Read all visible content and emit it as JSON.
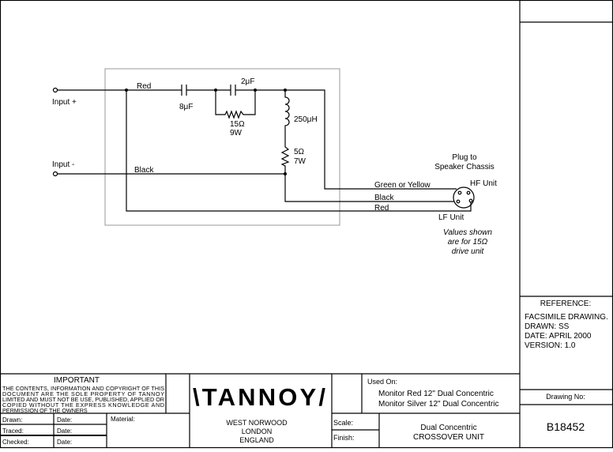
{
  "schematic": {
    "input_plus": "Input +",
    "input_minus": "Input -",
    "wire_red": "Red",
    "wire_black": "Black",
    "cap1": "8μF",
    "cap2": "2μF",
    "res1_value": "15Ω",
    "res1_power": "9W",
    "inductor": "250μH",
    "res2_value": "5Ω",
    "res2_power": "7W",
    "plug_line1": "Plug to",
    "plug_line2": "Speaker Chassis",
    "hf_unit": "HF Unit",
    "lf_unit": "LF Unit",
    "out_green": "Green or Yellow",
    "out_black": "Black",
    "out_red": "Red",
    "note_line1": "Values shown",
    "note_line2": "are for 15Ω",
    "note_line3": "drive unit"
  },
  "reference": {
    "title": "REFERENCE:",
    "lines": [
      "FACSIMILE DRAWING.",
      "DRAWN: SS",
      "DATE: APRIL 2000",
      "VERSION: 1.0"
    ]
  },
  "title_block": {
    "important_title": "IMPORTANT",
    "important_lines": [
      "THE CONTENTS, INFORMATION AND COPYRIGHT OF THIS",
      "DOCUMENT ARE THE SOLE PROPERTY OF TANNOY",
      "LIMITED AND MUST NOT BE USE, PUBLISHED, APPLIED OR",
      "COPIED WITHOUT THE EXPRESS KNOWLEDGE AND",
      "PERMISSION OF THE OWNERS"
    ],
    "logo": "\\TANNOY/",
    "address": [
      "WEST NORWOOD",
      "LONDON",
      "ENGLAND"
    ],
    "drawn": "Drawn:",
    "traced": "Traced:",
    "checked": "Checked:",
    "date": "Date:",
    "material": "Material:",
    "scale": "Scale:",
    "finish": "Finish:",
    "used_on": "Used On:",
    "used_on_items": [
      "Monitor Red 12\" Dual Concentric",
      "Monitor Silver 12\" Dual Concentric"
    ],
    "product_line1": "Dual Concentric",
    "product_line2": "CROSSOVER UNIT",
    "drawing_no_label": "Drawing No:",
    "drawing_no": "B18452"
  }
}
